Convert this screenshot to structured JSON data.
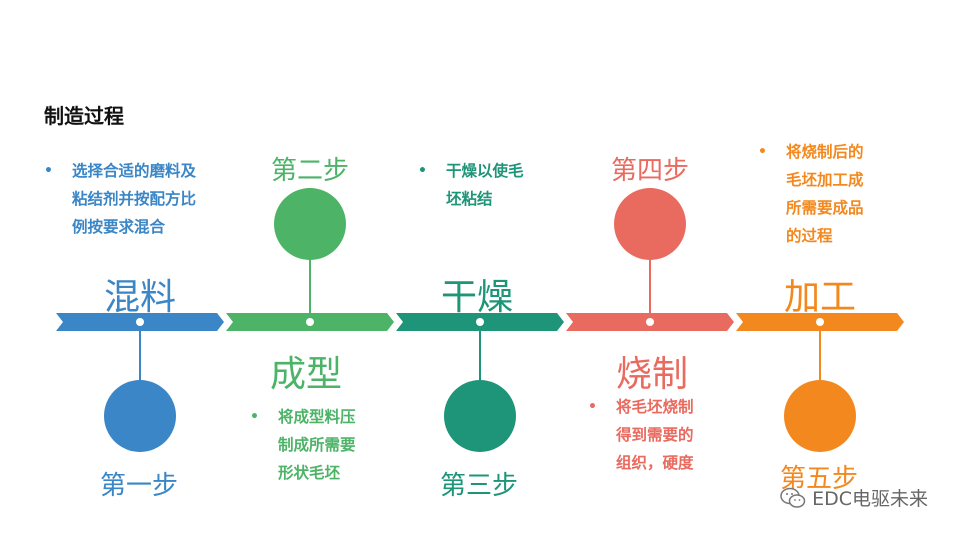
{
  "title": "制造过程",
  "steps": [
    {
      "step_label": "第一步",
      "stage": "混料",
      "color": "#3a86c6",
      "desc": [
        "选择合适的磨料及",
        "粘结剂并按配方比",
        "例按要求混合"
      ]
    },
    {
      "step_label": "第二步",
      "stage": "成型",
      "color": "#4cb367",
      "desc": [
        "将成型料压",
        "制成所需要",
        "形状毛坯"
      ]
    },
    {
      "step_label": "第三步",
      "stage": "干燥",
      "color": "#1e9478",
      "desc": [
        "干燥以使毛",
        "坯粘结"
      ]
    },
    {
      "step_label": "第四步",
      "stage": "烧制",
      "color": "#e96a5f",
      "desc": [
        "将毛坯烧制",
        "得到需要的",
        "组织，硬度"
      ]
    },
    {
      "step_label": "第五步",
      "stage": "加工",
      "color": "#f3891e",
      "desc": [
        "将烧制后的",
        "毛坯加工成",
        "所需要成品",
        "的过程"
      ]
    }
  ],
  "watermark": {
    "text": "EDC电驱未来",
    "icon": "wechat-icon"
  }
}
